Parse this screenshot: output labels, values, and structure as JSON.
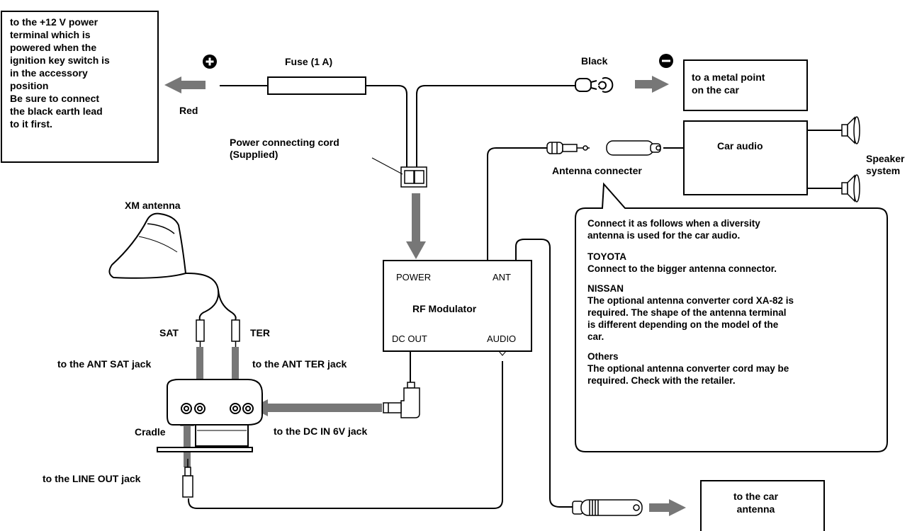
{
  "power_terminal_box": {
    "lines": [
      "to the +12 V power",
      "terminal which is",
      "powered when the",
      "ignition key switch is",
      "in the accessory",
      "position",
      "Be sure to connect",
      "the black earth lead",
      "to it first."
    ]
  },
  "labels": {
    "red": "Red",
    "fuse": "Fuse (1 A)",
    "black": "Black",
    "metal_point_line1": "to a metal point",
    "metal_point_line2": "on the car",
    "car_audio": "Car audio",
    "speaker_line1": "Speaker",
    "speaker_line2": "system",
    "antenna_connecter": "Antenna connecter",
    "power_cord_line1": "Power connecting cord",
    "power_cord_line2": "(Supplied)",
    "xm_antenna": "XM antenna",
    "sat": "SAT",
    "ter": "TER",
    "ant_sat_jack": "to the ANT SAT jack",
    "ant_ter_jack": "to the ANT TER jack",
    "cradle": "Cradle",
    "dc_in_jack": "to the DC IN 6V jack",
    "line_out_jack": "to the LINE OUT jack",
    "car_antenna_line1": "to the car",
    "car_antenna_line2": "antenna"
  },
  "rf_modulator": {
    "title": "RF Modulator",
    "power": "POWER",
    "ant": "ANT",
    "dc_out": "DC OUT",
    "audio": "AUDIO"
  },
  "note": {
    "intro_line1": "Connect it as follows when a diversity",
    "intro_line2": "antenna is used for the car audio.",
    "toyota_heading": "TOYOTA",
    "toyota_text": "Connect to the bigger antenna connector.",
    "nissan_heading": "NISSAN",
    "nissan_line1": "The optional antenna converter cord XA-82 is",
    "nissan_line2": "required. The shape of the antenna terminal",
    "nissan_line3": "is different depending on the model of the",
    "nissan_line4": "car.",
    "others_heading": "Others",
    "others_line1": "The optional antenna converter cord may be",
    "others_line2": "required. Check with the retailer."
  },
  "symbols": {
    "plus": "plus-terminal-icon",
    "minus": "minus-terminal-icon"
  },
  "colors": {
    "arrow": "#777777",
    "line": "#000000"
  }
}
